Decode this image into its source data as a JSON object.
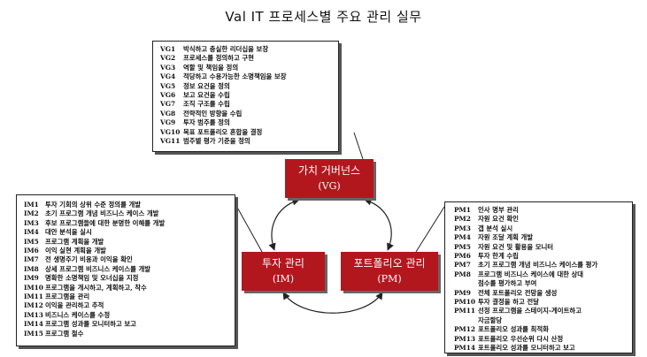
{
  "title": "Val IT 프로세스별 주요 관리 실무",
  "nodes": {
    "vg": {
      "name": "가치 거버넌스",
      "code": "(VG)"
    },
    "im": {
      "name": "투자 관리",
      "code": "(IM)"
    },
    "pm": {
      "name": "포트폴리오 관리",
      "code": "(PM)"
    }
  },
  "colors": {
    "node_fill": "#b3171e",
    "node_text": "#ffffff"
  },
  "vg_practices": [
    {
      "code": "VG1",
      "text": "박식하고 충실한 리더십을 보장"
    },
    {
      "code": "VG2",
      "text": "프로세스를 정의하고 구현"
    },
    {
      "code": "VG3",
      "text": "역할 및 책임을 정의"
    },
    {
      "code": "VG4",
      "text": "적당하고 수용가능한 소명책임을 보장"
    },
    {
      "code": "VG5",
      "text": "정보 요건을 정의"
    },
    {
      "code": "VG6",
      "text": "보고 요건을 수립"
    },
    {
      "code": "VG7",
      "text": "조직 구조를 수립"
    },
    {
      "code": "VG8",
      "text": "전략적인 방향을 수립"
    },
    {
      "code": "VG9",
      "text": "투자 범주를 정의"
    },
    {
      "code": "VG10",
      "text": "목표 포트폴리오 혼합을 결정"
    },
    {
      "code": "VG11",
      "text": "범주별 평가 기준을 정의"
    }
  ],
  "im_practices": [
    {
      "code": "IM1",
      "text": "투자 기회의 상위 수준 정의를 개발"
    },
    {
      "code": "IM2",
      "text": "초기 프로그램 개념 비즈니스 케이스 개발"
    },
    {
      "code": "IM3",
      "text": "후보 프로그램들에 대한 분명한 이해를 개발"
    },
    {
      "code": "IM4",
      "text": "대안 분석을 실시"
    },
    {
      "code": "IM5",
      "text": "프로그램 계획을 개발"
    },
    {
      "code": "IM6",
      "text": "이익 실현 계획을 개발"
    },
    {
      "code": "IM7",
      "text": "전 생명주기 비용과 이익을 확인"
    },
    {
      "code": "IM8",
      "text": "상세 프로그램 비즈니스 케이스를 개발"
    },
    {
      "code": "IM9",
      "text": "명확한 소명책임 및 오너십을 지정"
    },
    {
      "code": "IM10",
      "text": "프로그램을 개시하고, 계획하고, 착수"
    },
    {
      "code": "IM11",
      "text": "프로그램을 관리"
    },
    {
      "code": "IM12",
      "text": "이익을 관리하고 추적"
    },
    {
      "code": "IM13",
      "text": "비즈니스 케이스를 수정"
    },
    {
      "code": "IM14",
      "text": "프로그램 성과를 모니터하고 보고"
    },
    {
      "code": "IM15",
      "text": "프로그램 철수"
    }
  ],
  "pm_practices": [
    {
      "code": "PM1",
      "text": "인사 명부 관리"
    },
    {
      "code": "PM2",
      "text": "자원 요건 확인"
    },
    {
      "code": "PM3",
      "text": "갭 분석 실시"
    },
    {
      "code": "PM4",
      "text": "자원 조달 계획 개발"
    },
    {
      "code": "PM5",
      "text": "자원 요건 및 활용을 모니터"
    },
    {
      "code": "PM6",
      "text": "투자 한계 수립"
    },
    {
      "code": "PM7",
      "text": "초기 프로그램 개념 비즈니스 케이스를 평가"
    },
    {
      "code": "PM8",
      "text": "프로그램 비즈니스 케이스에 대한 상대"
    },
    {
      "code": "",
      "text": "점수를 평가하고 부여"
    },
    {
      "code": "PM9",
      "text": "전체 포트폴리오 전망을 생성"
    },
    {
      "code": "PM10",
      "text": "투자 결정을 하고 전달"
    },
    {
      "code": "PM11",
      "text": "선정 프로그램을 스테이지-게이트하고"
    },
    {
      "code": "",
      "text": "자금할당"
    },
    {
      "code": "PM12",
      "text": "포트폴리오 성과를 최적화"
    },
    {
      "code": "PM13",
      "text": "포트폴리오 우선순위 다시 산정"
    },
    {
      "code": "PM14",
      "text": "포트폴리오 성과를 모니터하고 보고"
    }
  ]
}
